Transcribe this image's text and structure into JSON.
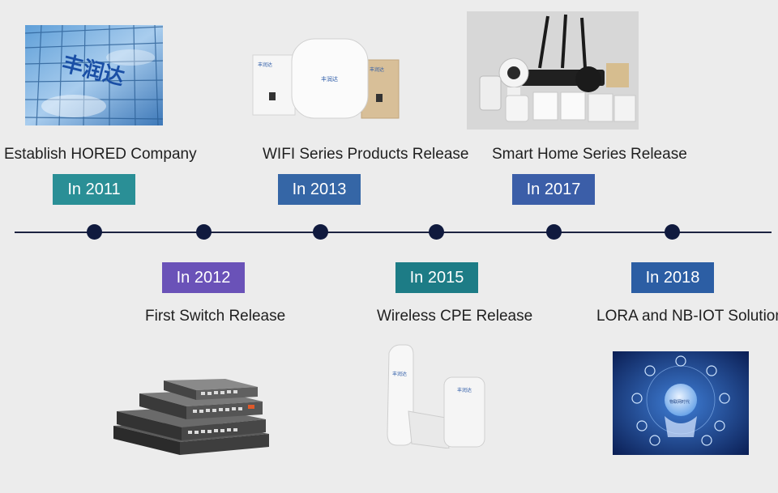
{
  "milestones": [
    {
      "year": "In 2011",
      "caption": "Establish HORED Company",
      "badge_color": "#2a8f96"
    },
    {
      "year": "In 2012",
      "caption": "First Switch Release",
      "badge_color": "#6a52b8"
    },
    {
      "year": "In 2013",
      "caption": "WIFI Series Products Release",
      "badge_color": "#3566a6"
    },
    {
      "year": "In 2015",
      "caption": "Wireless CPE Release",
      "badge_color": "#1d7c86"
    },
    {
      "year": "In 2017",
      "caption": "Smart Home Series Release",
      "badge_color": "#3b5ea8"
    },
    {
      "year": "In 2018",
      "caption": "LORA and NB-IOT Solution",
      "badge_color": "#2c5ea4"
    }
  ],
  "building_sign": "丰润达",
  "device_brand": "丰润达",
  "globe_text": "物联网时代"
}
